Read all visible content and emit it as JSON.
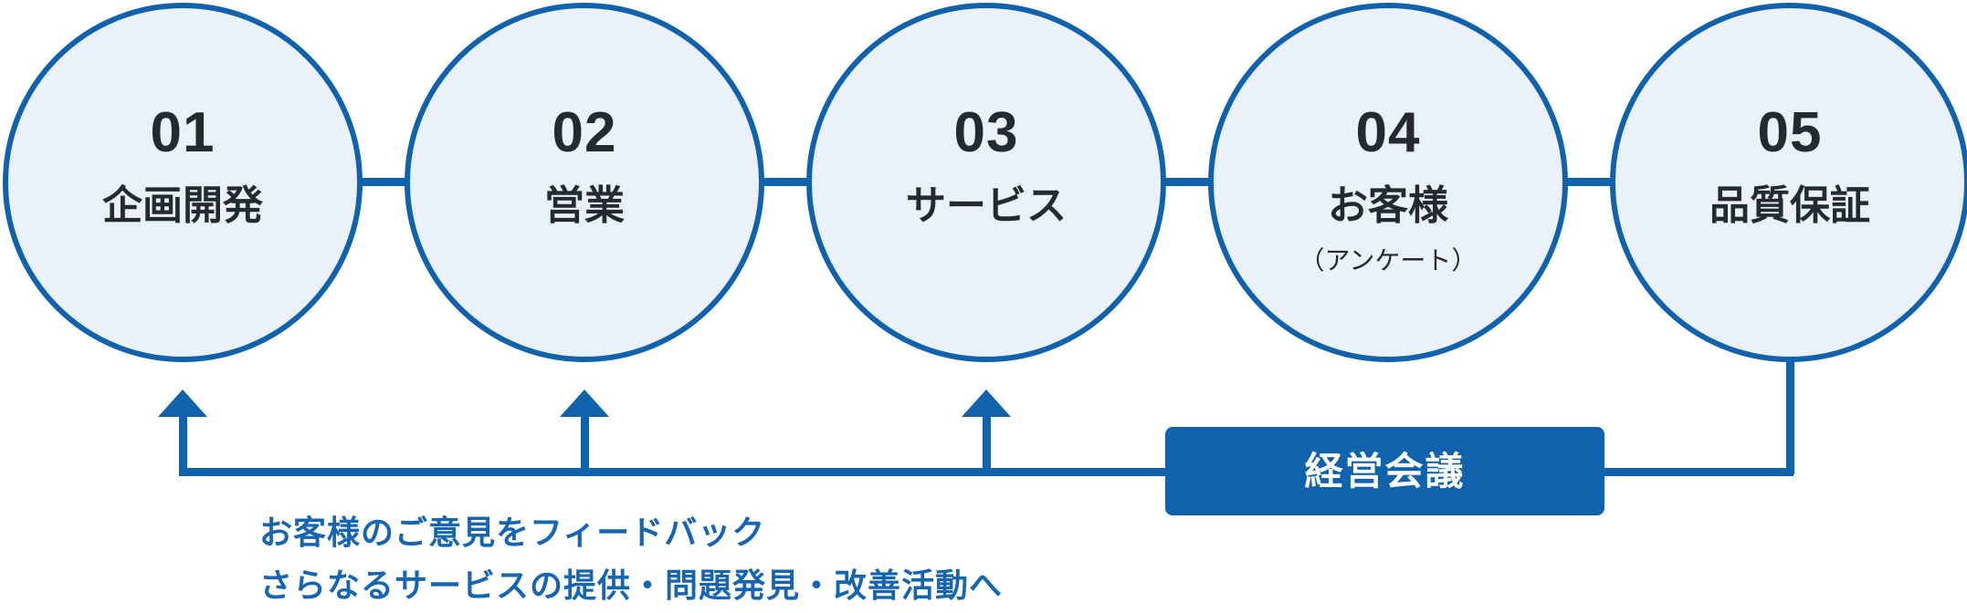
{
  "diagram": {
    "steps": [
      {
        "number": "01",
        "label": "企画開発"
      },
      {
        "number": "02",
        "label": "営業"
      },
      {
        "number": "03",
        "label": "サービス"
      },
      {
        "number": "04",
        "label": "お客様",
        "sublabel": "（アンケート）"
      },
      {
        "number": "05",
        "label": "品質保証"
      }
    ],
    "meeting_box": {
      "label": "経営会議"
    },
    "feedback_notes": [
      "お客様のご意見をフィードバック",
      "さらなるサービスの提供・問題発見・改善活動へ"
    ],
    "colors": {
      "primary_blue": "#1062ad",
      "circle_fill": "#ebf1f8",
      "dark_text": "#242a31",
      "note_text_blue": "#1665b2",
      "box_text": "#ffffff"
    }
  }
}
